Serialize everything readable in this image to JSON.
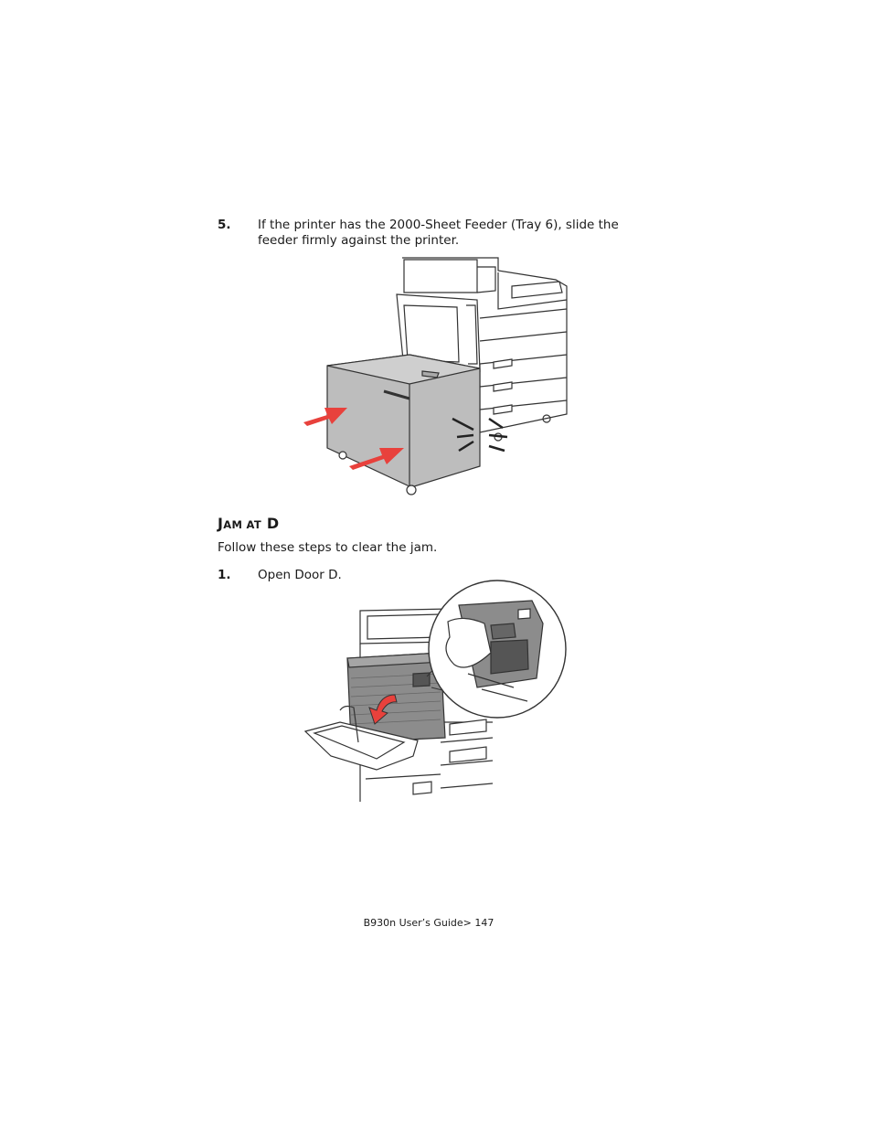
{
  "step5": {
    "number": "5.",
    "line1": "If the printer has the 2000-Sheet Feeder (Tray 6), slide the",
    "line2": "feeder firmly against the printer."
  },
  "section": {
    "heading_first": "J",
    "heading_small": "AM AT",
    "heading_last": "D",
    "intro": "Follow these steps to clear the jam."
  },
  "step1": {
    "number": "1.",
    "text": "Open Door D."
  },
  "footer": {
    "text": "B930n User’s Guide> 147"
  },
  "colors": {
    "arrow_red": "#e8413c",
    "feeder_gray": "#bdbdbd",
    "door_gray": "#8c8c8c"
  }
}
